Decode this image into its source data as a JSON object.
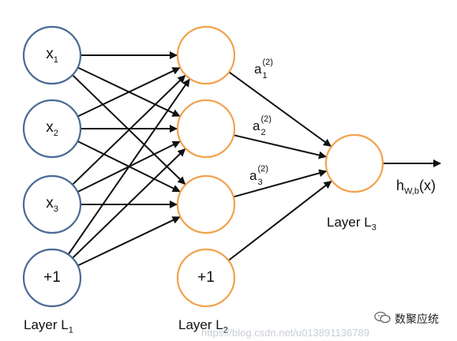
{
  "colors": {
    "input_node_stroke": "#4a6a95",
    "hidden_node_stroke": "#f2a24e",
    "edge": "#111111",
    "watermark_text": "#c9ced6"
  },
  "layer1": {
    "nodes": [
      {
        "name": "x",
        "sub": "1"
      },
      {
        "name": "x",
        "sub": "2"
      },
      {
        "name": "x",
        "sub": "3"
      },
      {
        "name": "+1",
        "sub": ""
      }
    ],
    "label": "Layer L",
    "label_sub": "1"
  },
  "layer2": {
    "nodes": [
      {
        "name": "",
        "sub": ""
      },
      {
        "name": "",
        "sub": ""
      },
      {
        "name": "",
        "sub": ""
      },
      {
        "name": "+1",
        "sub": ""
      }
    ],
    "label": "Layer L",
    "label_sub": "2"
  },
  "layer3": {
    "nodes": [
      {
        "name": "",
        "sub": ""
      }
    ],
    "label": "Layer L",
    "label_sub": "3"
  },
  "edge_labels": [
    {
      "base": "a",
      "sup": "(2)",
      "sub": "1"
    },
    {
      "base": "a",
      "sup": "(2)",
      "sub": "2"
    },
    {
      "base": "a",
      "sup": "(2)",
      "sub": "3"
    }
  ],
  "output": {
    "base": "h",
    "sub": "W,b",
    "arg": "(x)"
  },
  "watermark": "https://blog.csdn.net/u013891136789",
  "brand": {
    "text": "数聚应统",
    "icon": "wechat-icon"
  }
}
